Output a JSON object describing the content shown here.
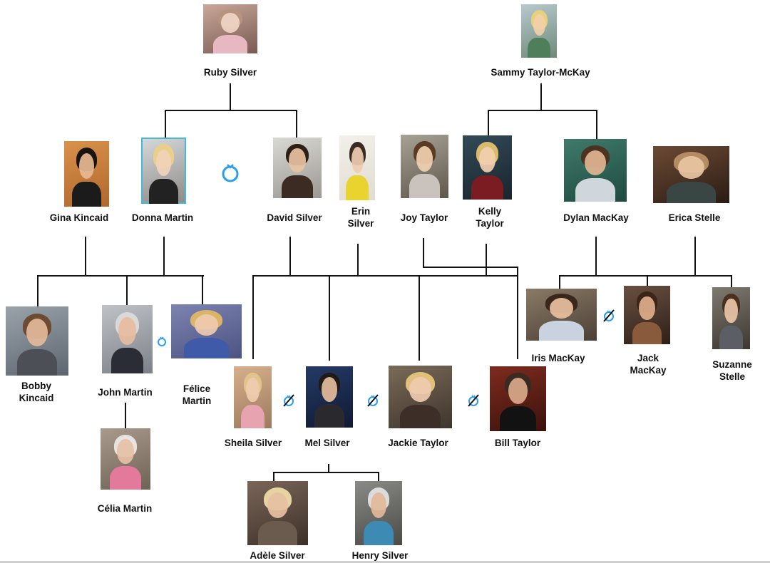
{
  "tree": {
    "people": [
      {
        "id": "ruby",
        "name": "Ruby Silver"
      },
      {
        "id": "sammy",
        "name": "Sammy Taylor-McKay"
      },
      {
        "id": "gina",
        "name": "Gina Kincaid"
      },
      {
        "id": "donna",
        "name": "Donna Martin"
      },
      {
        "id": "david",
        "name": "David Silver"
      },
      {
        "id": "erin",
        "name": "Erin Silver"
      },
      {
        "id": "joy",
        "name": "Joy Taylor"
      },
      {
        "id": "kelly",
        "name": "Kelly Taylor"
      },
      {
        "id": "dylan",
        "name": "Dylan MacKay"
      },
      {
        "id": "erica",
        "name": "Erica Stelle"
      },
      {
        "id": "bobby",
        "name": "Bobby Kincaid"
      },
      {
        "id": "john",
        "name": "John Martin"
      },
      {
        "id": "felice",
        "name": "Félice Martin"
      },
      {
        "id": "celia",
        "name": "Célia Martin"
      },
      {
        "id": "sheila",
        "name": "Sheila Silver"
      },
      {
        "id": "mel",
        "name": "Mel Silver"
      },
      {
        "id": "jackie",
        "name": "Jackie Taylor"
      },
      {
        "id": "bill",
        "name": "Bill Taylor"
      },
      {
        "id": "iris",
        "name": "Iris MacKay"
      },
      {
        "id": "jack",
        "name": "Jack MacKay"
      },
      {
        "id": "suzanne",
        "name": "Suzanne Stelle"
      },
      {
        "id": "adele",
        "name": "Adèle Silver"
      },
      {
        "id": "henry",
        "name": "Henry Silver"
      }
    ],
    "relations": {
      "married": [
        [
          "donna",
          "david"
        ],
        [
          "john",
          "felice"
        ]
      ],
      "divorced": [
        [
          "sheila",
          "mel"
        ],
        [
          "mel",
          "jackie"
        ],
        [
          "jackie",
          "bill"
        ],
        [
          "iris",
          "jack"
        ]
      ]
    },
    "symbol_color": "#2a9ef0",
    "line_color": "#111111"
  }
}
